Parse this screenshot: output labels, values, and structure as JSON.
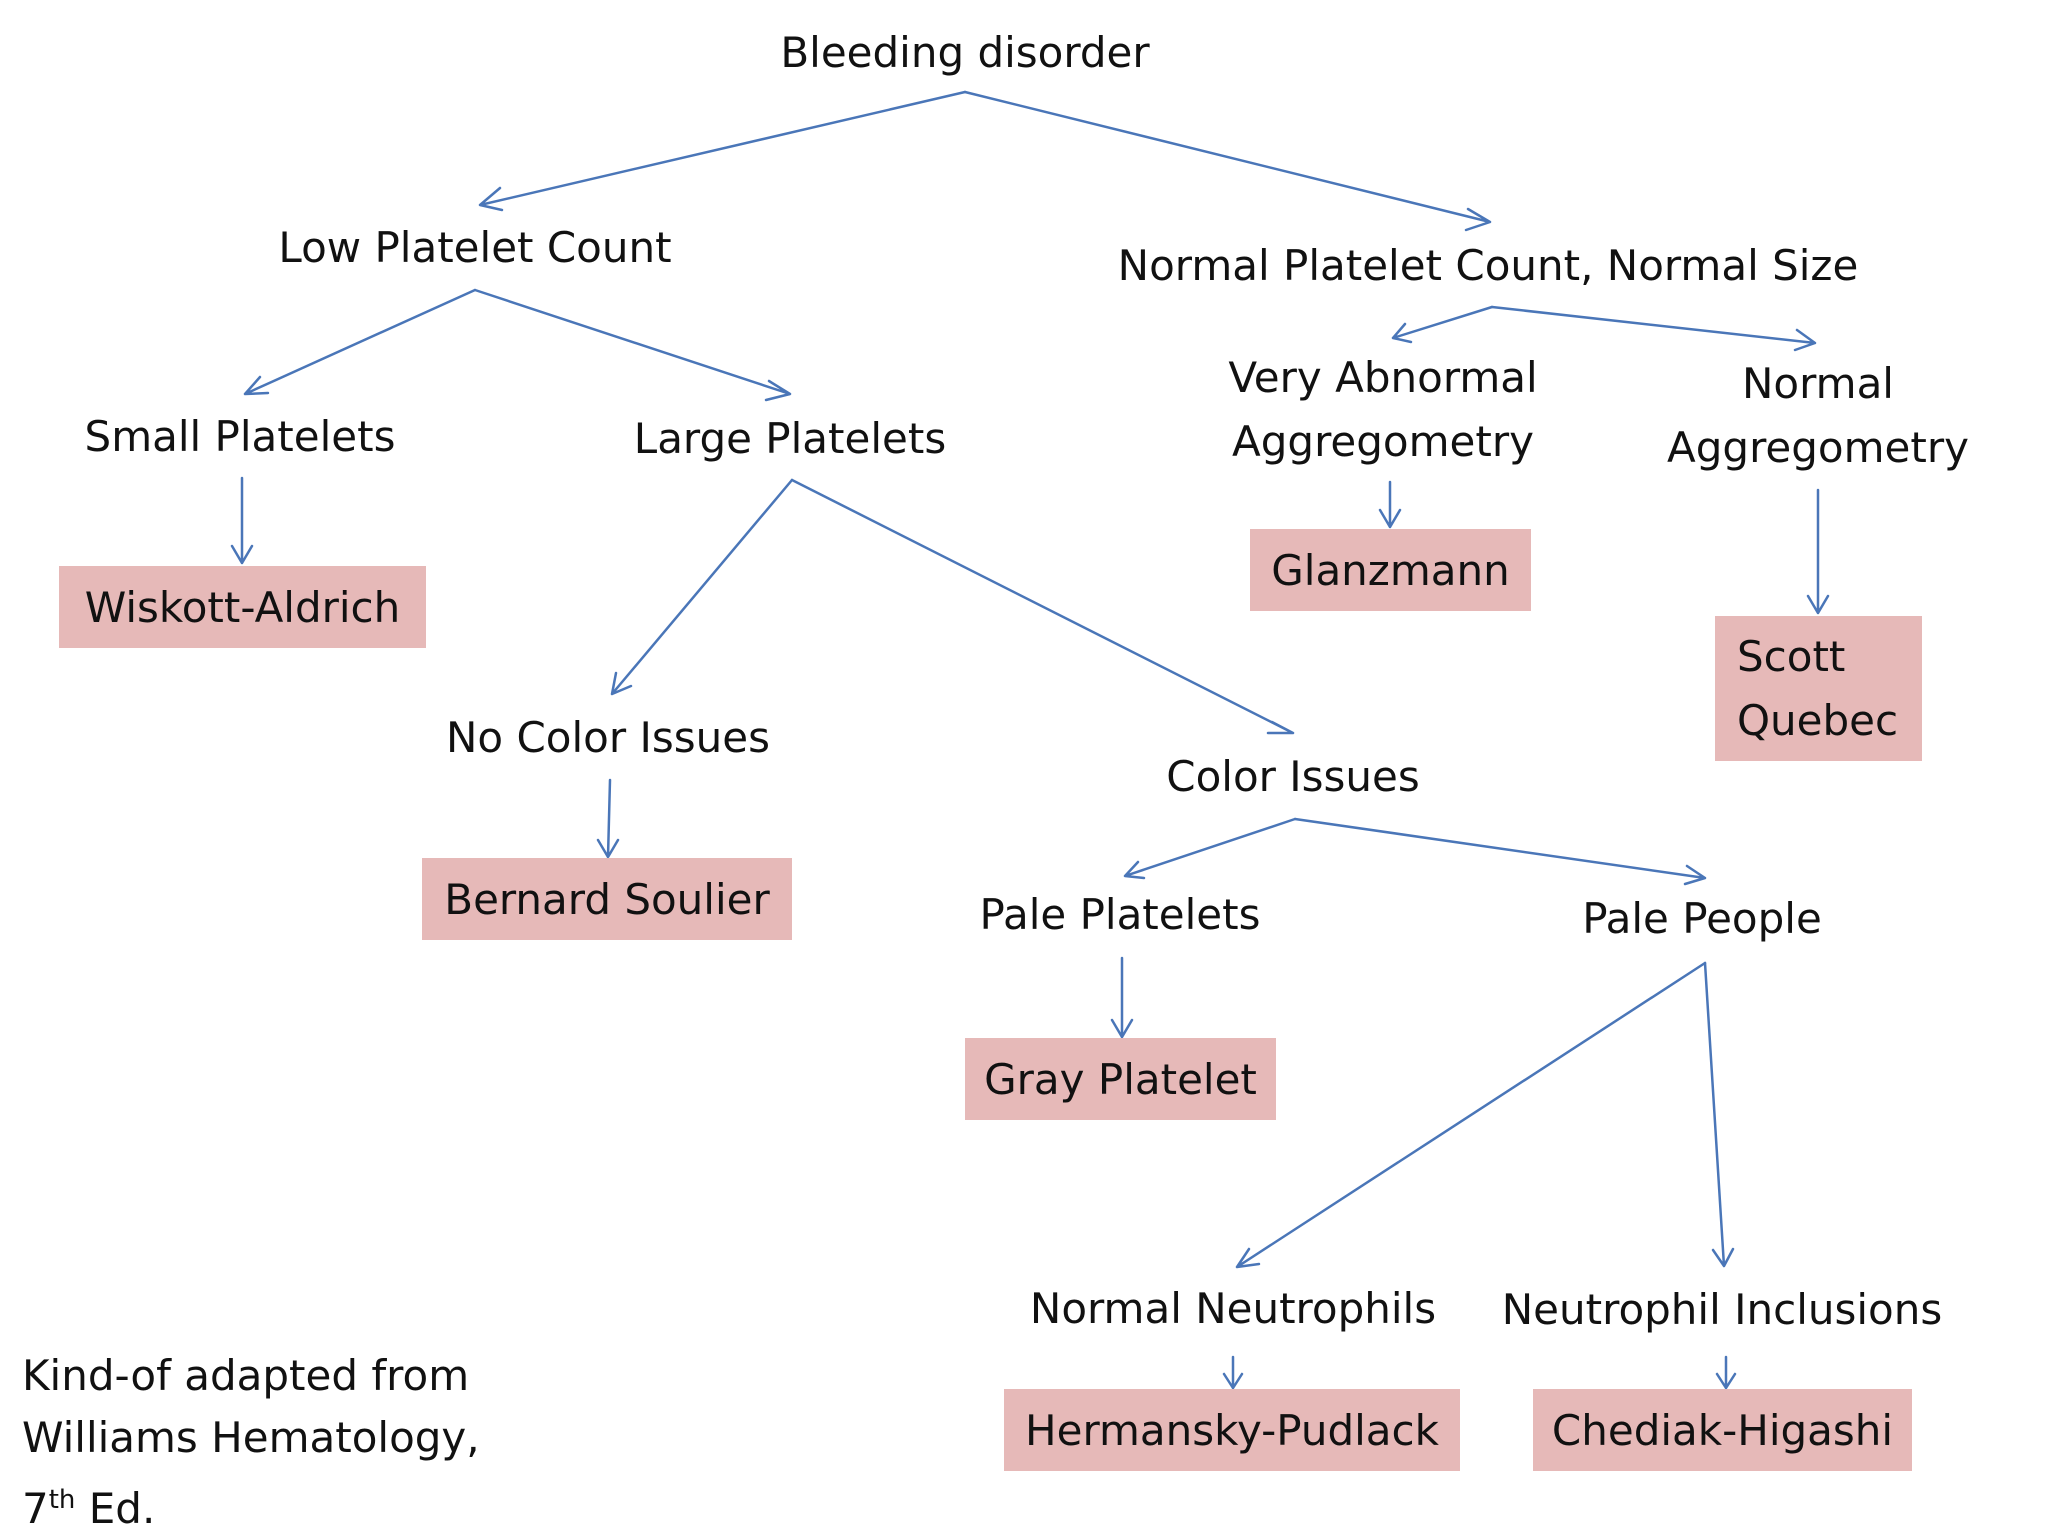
{
  "diagram": {
    "root": "Bleeding disorder",
    "nodes": {
      "low_count": "Low Platelet Count",
      "normal_count": "Normal Platelet Count, Normal Size",
      "small": "Small Platelets",
      "large": "Large Platelets",
      "very_abnormal": [
        "Very Abnormal",
        "Aggregometry"
      ],
      "normal_aggr": [
        "Normal",
        "Aggregometry"
      ],
      "no_color": "No Color Issues",
      "color": "Color Issues",
      "pale_platelets": "Pale Platelets",
      "pale_people": "Pale People",
      "normal_neut": "Normal Neutrophils",
      "neut_incl": "Neutrophil Inclusions"
    },
    "diagnoses": {
      "wiskott": "Wiskott-Aldrich",
      "glanzmann": "Glanzmann",
      "scott_quebec": [
        "Scott",
        "Quebec"
      ],
      "bernard": "Bernard Soulier",
      "gray": "Gray Platelet",
      "hermansky": "Hermansky-Pudlack",
      "chediak": "Chediak-Higashi"
    },
    "edges": [
      [
        "root",
        "low_count"
      ],
      [
        "root",
        "normal_count"
      ],
      [
        "low_count",
        "small"
      ],
      [
        "low_count",
        "large"
      ],
      [
        "normal_count",
        "very_abnormal"
      ],
      [
        "normal_count",
        "normal_aggr"
      ],
      [
        "small",
        "wiskott"
      ],
      [
        "large",
        "no_color"
      ],
      [
        "large",
        "color"
      ],
      [
        "very_abnormal",
        "glanzmann"
      ],
      [
        "normal_aggr",
        "scott_quebec"
      ],
      [
        "no_color",
        "bernard"
      ],
      [
        "color",
        "pale_platelets"
      ],
      [
        "color",
        "pale_people"
      ],
      [
        "pale_platelets",
        "gray"
      ],
      [
        "pale_people",
        "normal_neut"
      ],
      [
        "pale_people",
        "neut_incl"
      ],
      [
        "normal_neut",
        "hermansky"
      ],
      [
        "neut_incl",
        "chediak"
      ]
    ]
  },
  "source": {
    "line1": "Kind-of adapted from",
    "line2": "Williams Hematology,",
    "edition_number": "7",
    "edition_sup": "th",
    "edition_rest": " Ed."
  },
  "colors": {
    "arrow": "#4a76b8",
    "diagnosis_box": "#e6b9b8"
  }
}
